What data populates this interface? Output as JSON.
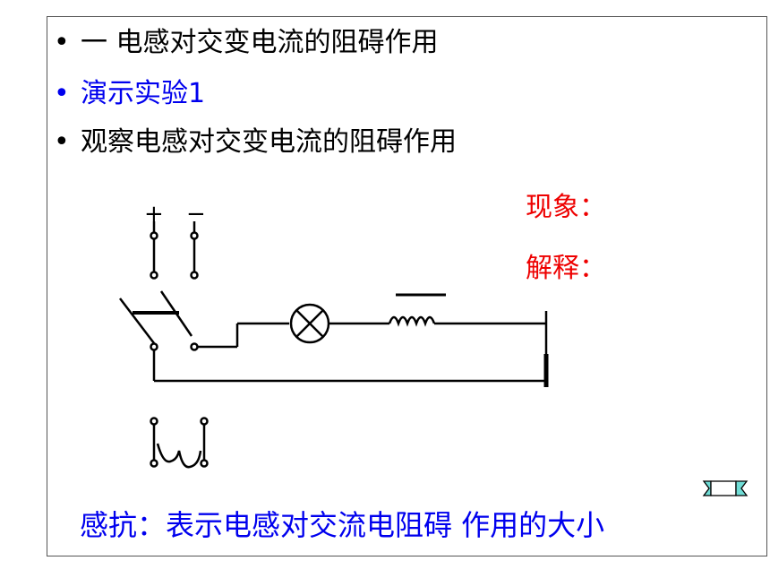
{
  "bullets": [
    {
      "marker": "•",
      "text": "一  电感对交变电流的阻碍作用"
    },
    {
      "marker": "•",
      "text": "演示实验1"
    },
    {
      "marker": "•",
      "text": "观察电感对交变电流的阻碍作用"
    }
  ],
  "labels": {
    "phenomenon": "现象：",
    "explanation": "解释："
  },
  "circuit": {
    "plus": "+",
    "minus": "−"
  },
  "footer_text": "感抗：表示电感对交流电阻碍 作用的大小",
  "icons": {
    "nav": "return-arrow-icon"
  },
  "colors": {
    "blue": "#0000ee",
    "red": "#ee0000",
    "black": "#000000"
  }
}
